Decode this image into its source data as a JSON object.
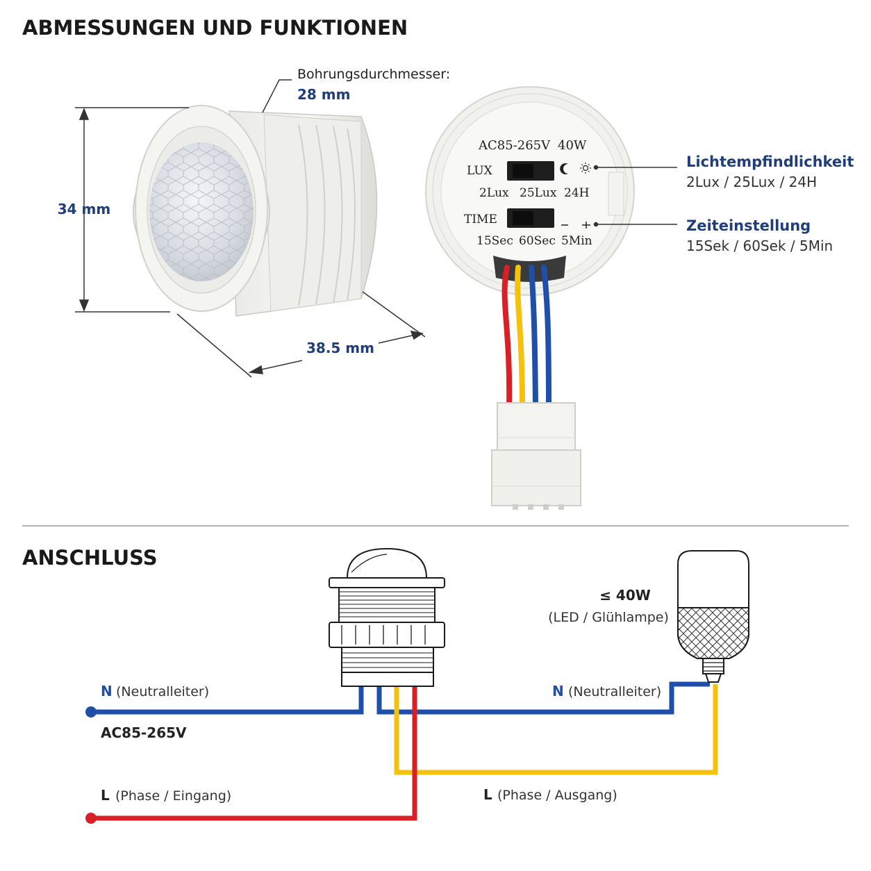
{
  "headings": {
    "dimensions": "ABMESSUNGEN UND FUNKTIONEN",
    "connection": "ANSCHLUSS"
  },
  "dimensions": {
    "bore_label": "Bohrungsdurchmesser:",
    "bore_value": "28 mm",
    "height": "34 mm",
    "depth": "38.5 mm"
  },
  "sensor_back": {
    "rating": "AC85-265V",
    "power": "40W",
    "lux_label": "LUX",
    "lux_options": [
      "2Lux",
      "25Lux",
      "24H"
    ],
    "time_label": "TIME",
    "time_options": [
      "15Sec",
      "60Sec",
      "5Min"
    ]
  },
  "callouts": {
    "light_title": "Lichtempfindlichkeit",
    "light_values": "2Lux / 25Lux / 24H",
    "time_title": "Zeiteinstellung",
    "time_values": "15Sek / 60Sek / 5Min"
  },
  "wiring": {
    "n_left_letter": "N",
    "n_left_text": "(Neutralleiter)",
    "supply": "AC85-265V",
    "l_in_letter": "L",
    "l_in_text": "(Phase / Eingang)",
    "n_right_letter": "N",
    "n_right_text": "(Neutralleiter)",
    "l_out_letter": "L",
    "l_out_text": "(Phase / Ausgang)",
    "lamp_power": "≤ 40W",
    "lamp_type": "(LED / Glühlampe)"
  },
  "colors": {
    "neutral": "#1f4fa8",
    "phase_in": "#d92027",
    "phase_out": "#f4c20d",
    "accent_text": "#1f3e7a"
  }
}
